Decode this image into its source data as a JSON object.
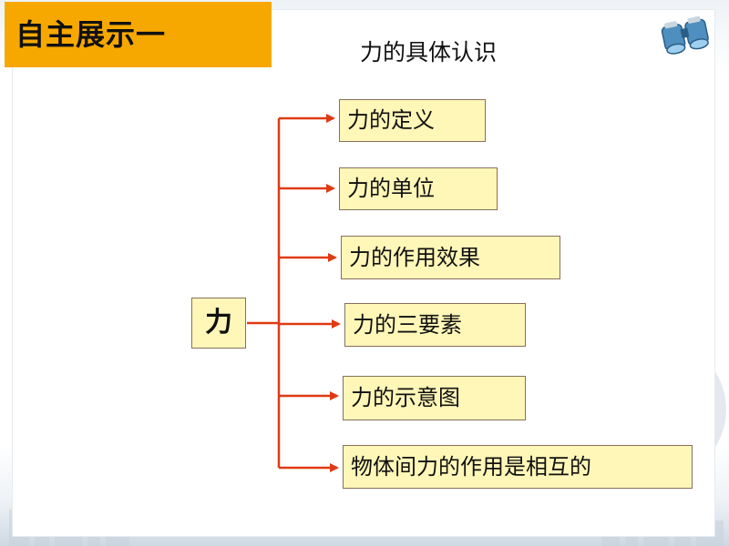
{
  "section_banner": {
    "label": "自主展示一"
  },
  "diagram": {
    "title": "力的具体认识",
    "root": "力",
    "branches": [
      "力的定义",
      "力的单位",
      "力的作用效果",
      "力的三要素",
      "力的示意图",
      "物体间力的作用是相互的"
    ]
  },
  "colors": {
    "banner": "#f7a800",
    "box_fill": "#fff7b8",
    "box_border": "#8a6e5c",
    "connector": "#e03a12"
  },
  "icons": {
    "corner": "binoculars-icon"
  }
}
